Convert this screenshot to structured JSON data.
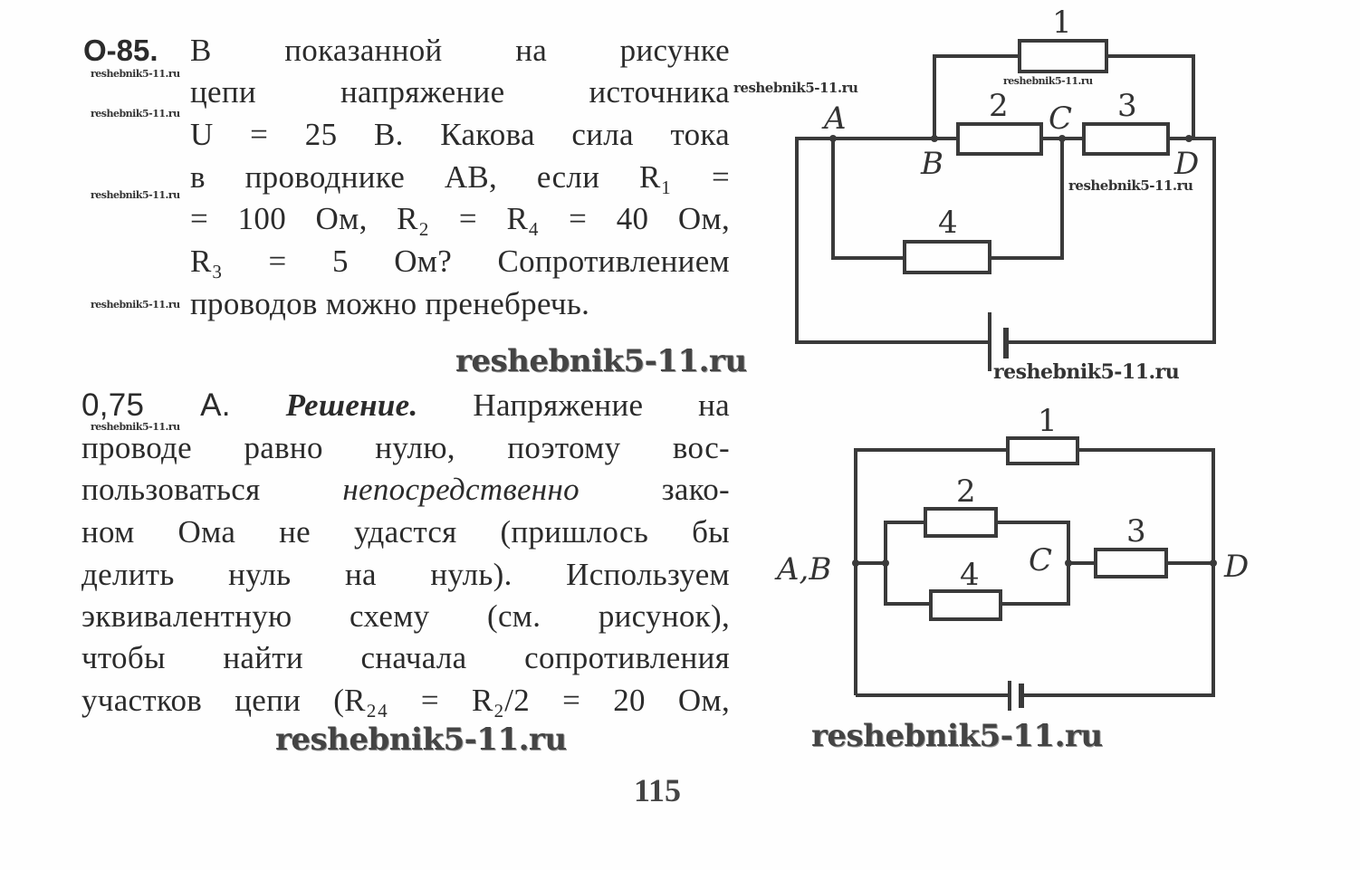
{
  "problem": {
    "number": "О-85.",
    "lines": [
      "В показанной на рисунке",
      "цепи напряжение источника",
      "U = 25 В. Какова сила тока",
      "в проводнике AB, если R₁ =",
      "= 100 Ом,   R₂ = R₄ = 40 Ом,",
      "R₃ = 5 Ом? Сопротивлением",
      "проводов можно пренебречь."
    ]
  },
  "solution": {
    "answer": "0,75 А.",
    "heading": "Решение.",
    "line1_rest": "Напряжение на",
    "lines": [
      "проводе равно нулю, поэтому вос-",
      "пользоваться",
      "непосредственно",
      "зако-",
      "ном Ома не удастся (пришлось бы",
      "делить нуль на нуль). Используем",
      "эквивалентную схему (см. рисунок),",
      "чтобы найти сначала сопротивления",
      "участков цепи (R₂₄ = R₂/2 = 20 Ом,"
    ]
  },
  "circuit1": {
    "r1": "1",
    "r2": "2",
    "r3": "3",
    "r4": "4",
    "a": "A",
    "b": "B",
    "c": "C",
    "d": "D"
  },
  "circuit2": {
    "r1": "1",
    "r2": "2",
    "r3": "3",
    "r4": "4",
    "ab": "A,B",
    "c": "C",
    "d": "D"
  },
  "watermark": "reshebnik5-11.ru",
  "page_number": "115"
}
